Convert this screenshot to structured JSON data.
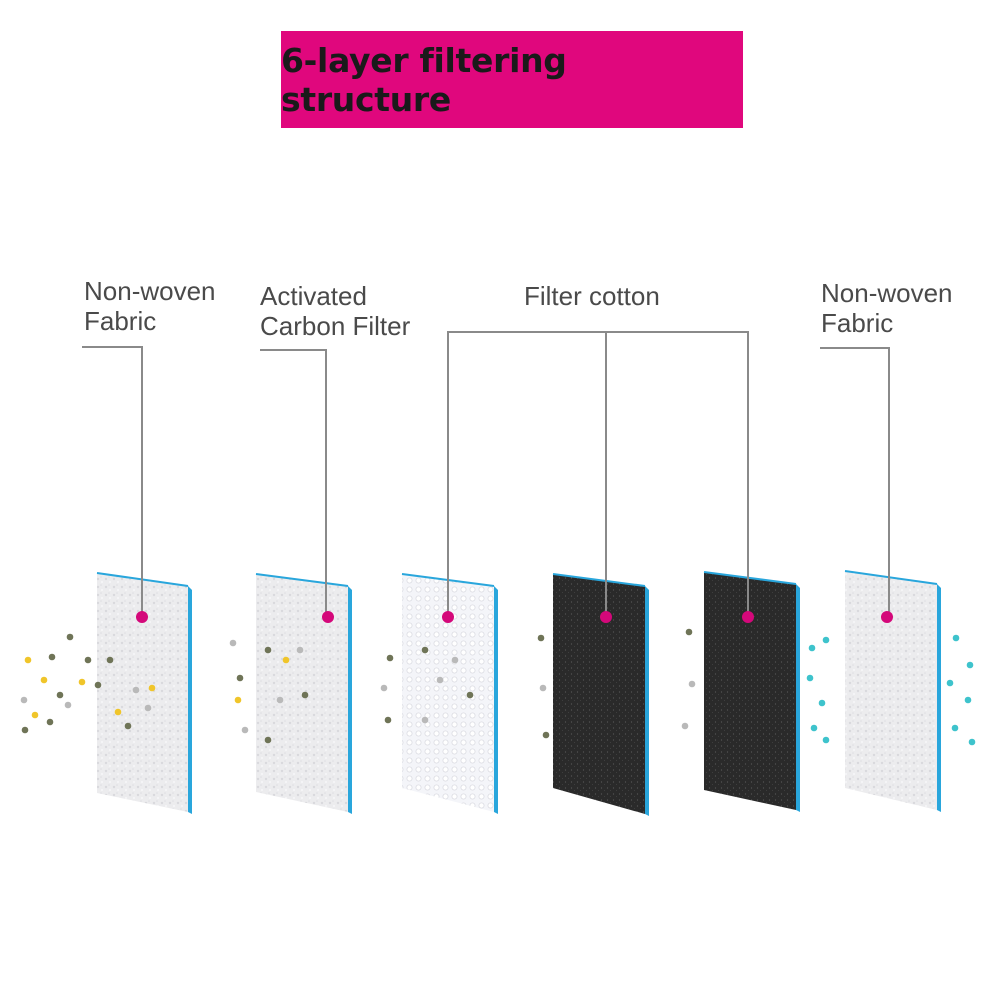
{
  "title": "6-layer filtering structure",
  "labels": [
    {
      "id": "non-woven-fabric-left",
      "lines": [
        "Non-woven",
        "Fabric"
      ]
    },
    {
      "id": "activated-carbon-filter",
      "lines": [
        "Activated",
        "Carbon Filter"
      ]
    },
    {
      "id": "filter-cotton",
      "lines": [
        "Filter cotton"
      ]
    },
    {
      "id": "non-woven-fabric-right",
      "lines": [
        "Non-woven",
        "Fabric"
      ]
    }
  ],
  "colors": {
    "banner": "#e0077d",
    "marker": "#d4087a",
    "leader_line": "#8a8a8a",
    "panel_edge": "#29a6dc",
    "panel_white": "#ececee",
    "panel_dark": "#2a2a2a",
    "particle_yellow": "#f0c52a",
    "particle_olive": "#6f7457",
    "particle_gray": "#b9b9b9",
    "particle_cyan": "#3ec3cc"
  },
  "layers": [
    {
      "type": "white-fabric"
    },
    {
      "type": "white-fabric"
    },
    {
      "type": "dotted-mesh"
    },
    {
      "type": "black-carbon"
    },
    {
      "type": "black-carbon"
    },
    {
      "type": "white-fabric"
    }
  ]
}
